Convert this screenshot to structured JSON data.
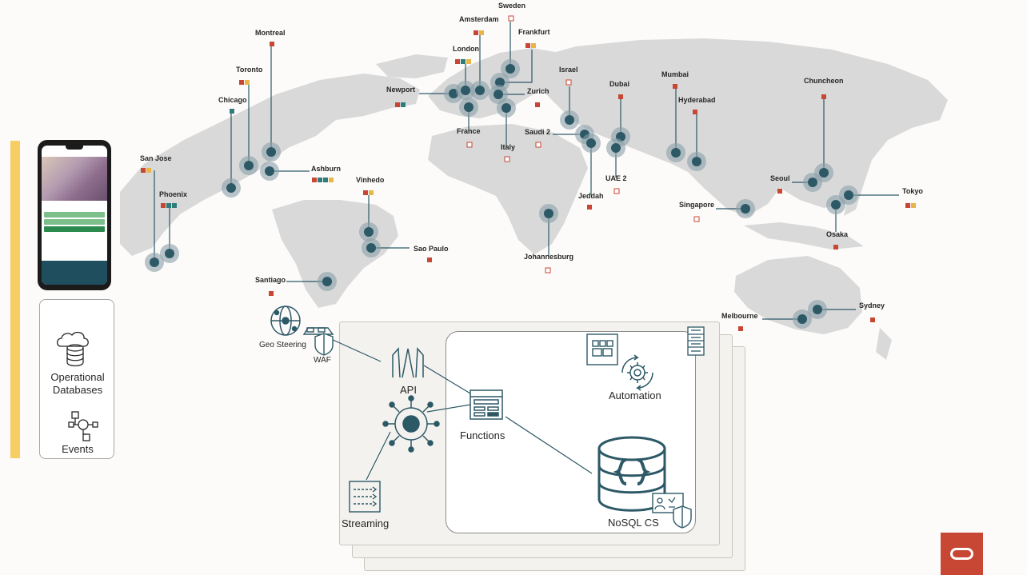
{
  "map": {
    "regions": [
      {
        "name": "San Jose",
        "marker": "#c74634",
        "extra": [
          "#e8b54a"
        ]
      },
      {
        "name": "Phoenix",
        "marker": "#c74634",
        "extra": [
          "#2f7d7a",
          "#2f7d7a"
        ]
      },
      {
        "name": "Chicago",
        "marker": "#2f7d7a",
        "extra": []
      },
      {
        "name": "Toronto",
        "marker": "#c74634",
        "extra": [
          "#e8b54a"
        ]
      },
      {
        "name": "Montreal",
        "marker": "#c74634",
        "extra": []
      },
      {
        "name": "Ashburn",
        "marker": "#c74634",
        "extra": [
          "#2f7d7a",
          "#2f7d7a",
          "#e8b54a"
        ]
      },
      {
        "name": "Vinhedo",
        "marker": "#c74634",
        "extra": [
          "#e8b54a"
        ]
      },
      {
        "name": "Sao Paulo",
        "marker": "#c74634",
        "extra": []
      },
      {
        "name": "Santiago",
        "marker": "#c74634",
        "extra": []
      },
      {
        "name": "Newport",
        "marker": "#c74634",
        "extra": [
          "#2f7d7a"
        ]
      },
      {
        "name": "London",
        "marker": "#c74634",
        "extra": [
          "#2f7d7a",
          "#e8b54a"
        ]
      },
      {
        "name": "Amsterdam",
        "marker": "#c74634",
        "extra": [
          "#e8b54a"
        ]
      },
      {
        "name": "Sweden",
        "marker": "hollow",
        "extra": []
      },
      {
        "name": "Frankfurt",
        "marker": "#c74634",
        "extra": [
          "#e8b54a"
        ]
      },
      {
        "name": "Zurich",
        "marker": "#c74634",
        "extra": []
      },
      {
        "name": "France",
        "marker": "hollow",
        "extra": []
      },
      {
        "name": "Italy",
        "marker": "hollow",
        "extra": []
      },
      {
        "name": "Israel",
        "marker": "hollow",
        "extra": []
      },
      {
        "name": "Saudi 2",
        "marker": "hollow",
        "extra": []
      },
      {
        "name": "Jeddah",
        "marker": "#c74634",
        "extra": []
      },
      {
        "name": "Dubai",
        "marker": "#c74634",
        "extra": []
      },
      {
        "name": "UAE 2",
        "marker": "hollow",
        "extra": []
      },
      {
        "name": "Johannesburg",
        "marker": "hollow",
        "extra": []
      },
      {
        "name": "Mumbai",
        "marker": "#c74634",
        "extra": []
      },
      {
        "name": "Hyderabad",
        "marker": "#c74634",
        "extra": []
      },
      {
        "name": "Singapore",
        "marker": "hollow",
        "extra": []
      },
      {
        "name": "Chuncheon",
        "marker": "#c74634",
        "extra": []
      },
      {
        "name": "Seoul",
        "marker": "#c74634",
        "extra": []
      },
      {
        "name": "Tokyo",
        "marker": "#c74634",
        "extra": [
          "#e8b54a"
        ]
      },
      {
        "name": "Osaka",
        "marker": "#c74634",
        "extra": []
      },
      {
        "name": "Sydney",
        "marker": "#c74634",
        "extra": []
      },
      {
        "name": "Melbourne",
        "marker": "#c74634",
        "extra": []
      }
    ]
  },
  "side_panel": {
    "operational_databases": "Operational Databases",
    "events": "Events"
  },
  "services": {
    "geo_steering": "Geo Steering",
    "waf": "WAF",
    "api": "API",
    "functions": "Functions",
    "automation": "Automation",
    "streaming": "Streaming",
    "nosql": "NoSQL CS"
  },
  "colors": {
    "teal": "#2d5967",
    "land": "#d9d9d9",
    "oracle_red": "#c74634",
    "accent_yellow": "#f8cd63"
  },
  "icons": [
    "database-cloud-icon",
    "events-flow-icon",
    "globe-icon",
    "waf-shield-icon",
    "api-gateway-icon",
    "hub-icon",
    "functions-icon",
    "automation-gear-icon",
    "streaming-icon",
    "nosql-database-icon",
    "server-rack-icon",
    "oracle-logo"
  ]
}
